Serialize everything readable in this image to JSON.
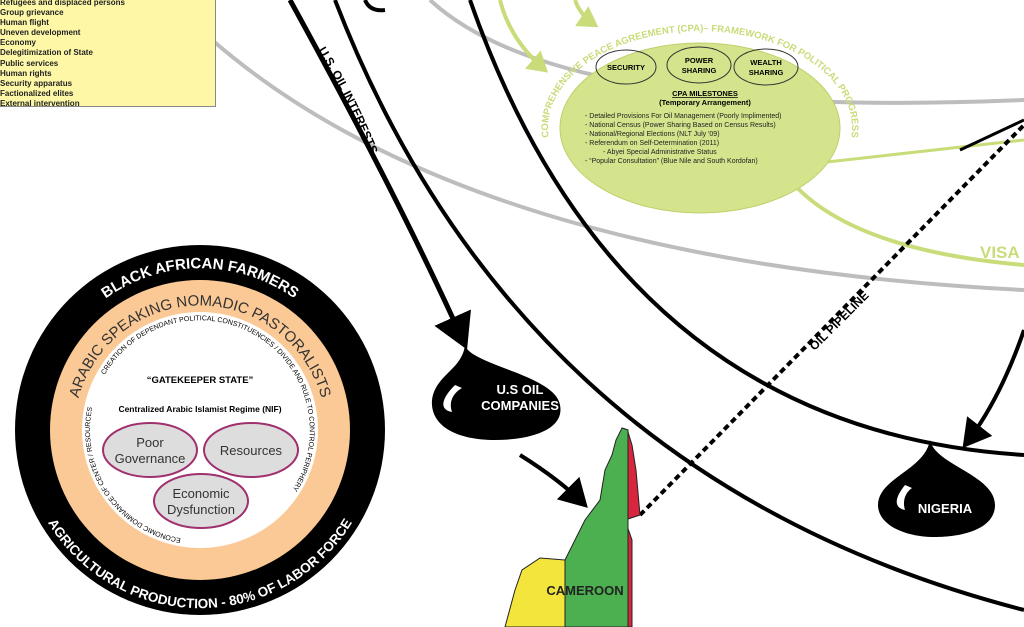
{
  "legend": {
    "items": [
      "Refugees and displaced persons",
      "Group grievance",
      "Human flight",
      "Uneven development",
      "Economy",
      "Delegitimization of State",
      "Public services",
      "Human rights",
      "Security apparatus",
      "Factionalized elites",
      "External intervention"
    ],
    "background": "#fdf7a6"
  },
  "labels": {
    "us_oil_interests": "U.S. OIL INTERESTS",
    "oil_pipeline": "OIL PIPELINE",
    "visa": "VISA",
    "cpa_arc": "COMPREHENSIVE PEACE AGREEMENT (CPA)– FRAMEWORK FOR POLITICAL PROGRESS",
    "us_oil_companies": [
      "U.S OIL",
      "COMPANIES"
    ],
    "nigeria": "NIGERIA",
    "cameroon": "CAMEROON"
  },
  "cpa": {
    "pillars": [
      [
        "SECURITY"
      ],
      [
        "POWER",
        "SHARING"
      ],
      [
        "WEALTH",
        "SHARING"
      ]
    ],
    "title": "CPA MILESTONES",
    "subtitle": "(Temporary Arrangement)",
    "milestones": [
      "- Detailed Provisions For Oil Management (Poorly Implimented)",
      "- National Census (Power Sharing Based on Census Results)",
      "- National/Regional Elections (NLT July '09)",
      "- Referendum on Self-Determination (2011)",
      "- Abyei Special Administrative Status",
      "- “Popular Consultation” (Blue Nile and South Kordofan)"
    ],
    "color": "#d4e48c"
  },
  "circle": {
    "outer_top": "BLACK AFRICAN FARMERS",
    "outer_bottom": "AGRICULTURAL PRODUCTION - 80% OF LABOR FORCE",
    "middle": "ARABIC SPEAKING NOMADIC PASTORALISTS",
    "inner_right": "CREATION OF DEPENDANT POLITICAL CONSTITUENCIES / DIVIDE AND RULE TO CONTROL PERIPHERY",
    "inner_left": "ECONOMIC DOMINANCE OF CENTER / RESOURCES",
    "gatekeeper": "“GATEKEEPER STATE”",
    "regime": "Centralized Arabic Islamist Regime (NIF)",
    "bubbles": [
      [
        "Poor",
        "Governance"
      ],
      [
        "Resources"
      ],
      [
        "Economic",
        "Dysfunction"
      ]
    ],
    "ring_color": "#fbc995",
    "bubble_border": "#a0306e"
  },
  "colors": {
    "cpa_green": "#c8dc7a",
    "gray_line": "#bdbdbd",
    "cameroon_green": "#4caf50",
    "cameroon_red": "#d7263d",
    "cameroon_yellow": "#f3e53c"
  }
}
